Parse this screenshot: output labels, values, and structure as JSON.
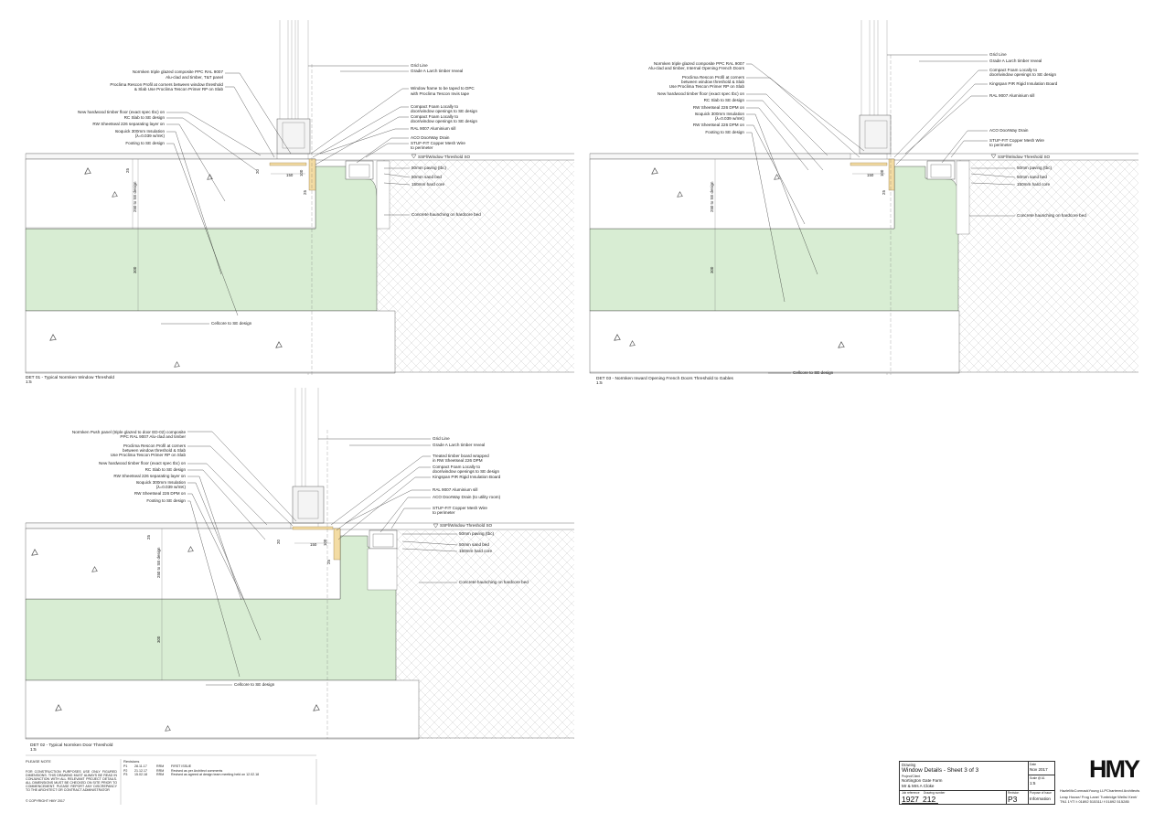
{
  "details": [
    {
      "id": "det01",
      "caption": "DET 01 - Typical Normken Window Threshold",
      "scale": "1:5",
      "labels_left": [
        "Normken triple glazed composite PPC RAL 9007",
        "Alu-clad and timber, T&T panel",
        "Proclima Rescon Profil at corners between window threshold",
        "& Slab Use Proclima Tescon Primer RP on Slab",
        "New hardwood timber floor (exact spec tbc) on",
        "RC Slab to SE design",
        "RW Sheetseal 226 separating layer on",
        "Isoquick 300mm Insulation",
        "(λ=0.039 w/mK)",
        "Footing to SE design"
      ],
      "labels_right": [
        "Grid Line",
        "Grade A Larch timber reveal",
        "Window frame to be taped to DPC",
        "with Proclima Tescon Invis tape",
        "Compact Foam Locally to",
        "door/window openings to SE design",
        "Compact Foam Locally to",
        "door/window openings to SE design",
        "RAL 9007 Aluminium sill",
        "ACO DoorWay Drain",
        "STUF-FIT Copper Mesh Wire",
        "to perimeter"
      ],
      "labels_ground": [
        "50mm paving (tbc)",
        "50mm sand bed",
        "150mm hard core",
        "Concrete haunching on hardcore bed"
      ],
      "threshold": "SSFl/Window Threshold SO",
      "cellcore": "Cellcore to SE design",
      "dims": [
        "25",
        "250 to SE design",
        "300",
        "150",
        "20",
        "100",
        "25"
      ]
    },
    {
      "id": "det03",
      "caption": "DET 03 - Normken Inward Opening French Doors Threshold to Gables",
      "scale": "1:5",
      "labels_left": [
        "Normken triple glazed composite PPC RAL 9007",
        "Alu-clad and timber, Internal Opening French Doors",
        "Proclima Rescon Profil at corners",
        "between window threshold & Slab",
        "Use Proclima Tescon Primer RP on Slab",
        "New hardwood timber floor (exact spec tbc) on",
        "RC Slab to SE design",
        "RW Sheetseal 226 DPM on",
        "Isoquick 300mm Insulation",
        "(λ=0.039 w/mK)",
        "RW Sheetseal 226 DPM on",
        "Footing to SE design"
      ],
      "labels_right": [
        "Grid Line",
        "Grade A Larch timber reveal",
        "Compact Foam Locally to",
        "door/window openings to SE design",
        "Kingspan PIR Rigid Insulation Board",
        "RAL 9007 Aluminium sill",
        "ACO DoorWay Drain",
        "STUF-FIT Copper Mesh Wire",
        "to perimeter"
      ],
      "labels_ground": [
        "50mm paving (tbc)",
        "50mm sand bed",
        "150mm hard core",
        "Concrete haunching on hardcore bed"
      ],
      "threshold": "SSFl/Window Threshold SO",
      "cellcore": "Cellcore to SE design",
      "dims": [
        "250 to SE design",
        "300",
        "150",
        "100",
        "25"
      ]
    },
    {
      "id": "det02",
      "caption": "DET 02 - Typical Normken Door Threshold",
      "scale": "1:5",
      "labels_left": [
        "Normken Push panel (triple glazed to door ED-02) composite",
        "PPC RAL 9007 Alu-clad and timber",
        "Proclima Rescon Profil at corners",
        "between window threshold & Slab",
        "Use Proclima Tescon Primer RP on Slab",
        "New hardwood timber floor (exact spec tbc) on",
        "RC Slab to SE design",
        "RW Sheetseal 226 separating layer on",
        "Isoquick 300mm Insulation",
        "(λ=0.039 w/mK)",
        "RW Sheetseal 226 DPM on",
        "Footing to SE design"
      ],
      "labels_right": [
        "Grid Line",
        "Grade A Larch timber reveal",
        "Treated timber board wrapped",
        "in RW Sheetseal 226 DPM",
        "Compact Foam Locally to",
        "door/window openings to SE design",
        "Kingspan PIR Rigid Insulation Board",
        "RAL 9007 Aluminium sill",
        "ACO DoorWay Drain (to utility room)",
        "STUF-FIT Copper Mesh Wire",
        "to perimeter"
      ],
      "labels_ground": [
        "50mm paving (tbc)",
        "50mm sand bed",
        "150mm hard core",
        "Concrete haunching on hardcore bed"
      ],
      "threshold": "SSFl/Window Threshold SO",
      "cellcore": "Cellcore to SE design",
      "dims": [
        "25",
        "250 to SE design",
        "300",
        "150",
        "20",
        "100",
        "25"
      ]
    }
  ],
  "notes": {
    "heading": "PLEASE NOTE",
    "body": "FOR CONSTRUCTION PURPOSES USE ONLY FIGURED DIMENSIONS. THIS DRAWING MUST ALWAYS BE READ IN CONJUNCTION WITH ALL RELEVANT PROJECT DETAILS. ALL DIMENSIONS MUST BE CHECKED ON SITE PRIOR TO COMMENCEMENT. PLEASE REPORT ANY DISCREPANCY TO THE ARCHITECT OR CONTRACT ADMINISTRATOR",
    "copyright": "© COPYRIGHT HMY 2017"
  },
  "revisions": {
    "heading": "Revisions",
    "rows": [
      {
        "rev": "P1",
        "date": "28.11.17",
        "by": "RRM",
        "desc": "FIRST ISSUE"
      },
      {
        "rev": "P2",
        "date": "21.12.17",
        "by": "RRM",
        "desc": "Revised as per Architect comments"
      },
      {
        "rev": "P3",
        "date": "15.02.18",
        "by": "RRM",
        "desc": "Revised as agreed at design team meeting held on 12.02.18"
      }
    ]
  },
  "title_block": {
    "drawing_label": "Drawing",
    "drawing": "Window Details - Sheet 3 of 3",
    "project_label": "Project/Client",
    "project": "Nortington Gate Farm",
    "client": "Mr & Mrs A Cloke",
    "date_label": "Date",
    "date": "Nov 2017",
    "scale_label": "Scale @ A1",
    "scale": "1:5",
    "job_label": "Job reference",
    "job": "1927",
    "number_label": "Drawing number",
    "number": "212",
    "revision_label": "Revision",
    "revision": "P3",
    "purpose_label": "Purpose of Issue",
    "purpose": "Information",
    "logo": "HMY",
    "firm": "HazleMcCormackYoung LLPChartered Architects",
    "address": "Leap House/ Frog Lane/ Tunbridge Wells/ Kent/",
    "contact": "TN1 1YT/ t 01892 515311/ f 01892 515285"
  }
}
